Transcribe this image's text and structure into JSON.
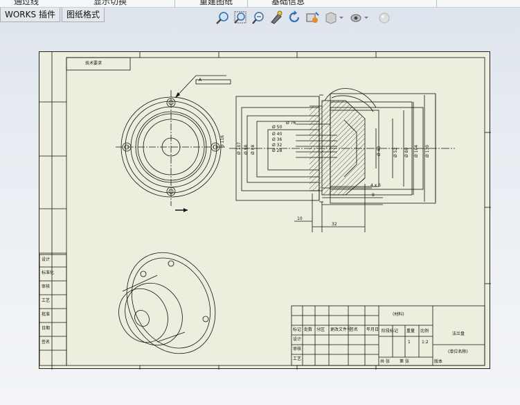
{
  "window": {
    "top_items": [
      "通过线",
      "显示切换",
      "重建图纸",
      "基础信息"
    ]
  },
  "tabs": [
    {
      "label": "WORKS 插件"
    },
    {
      "label": "图纸格式"
    }
  ],
  "toolbar": {
    "icons": [
      "zoom-fit-icon",
      "zoom-area-icon",
      "zoom-in-out-icon",
      "pan-icon",
      "rotate-icon",
      "view-orientation-icon",
      "display-style-icon",
      "hide-show-icon",
      "appearance-icon"
    ]
  },
  "drawing": {
    "note_label": "技术要求",
    "section_label": "A",
    "left_block": [
      "设计",
      "标准化",
      "审核",
      "工艺",
      "批准",
      "日期",
      "签名"
    ],
    "dims_left": [
      "Ø 116",
      "Ø 107",
      "Ø 98",
      "Ø 88",
      "Ø 76",
      "Ø 50",
      "Ø 40",
      "Ø 36",
      "Ø 32",
      "Ø 28"
    ],
    "dims_right": [
      "Ø 40",
      "Ø 52",
      "Ø 80",
      "Ø 104",
      "Ø 130"
    ],
    "dims_bottom": [
      "10",
      "32",
      "4 x 6",
      "8"
    ],
    "title_block": {
      "title": "法兰盘",
      "drawing_no": "1",
      "scale": "1:2",
      "material": "(材料)",
      "company": "(单位名称)",
      "rows": [
        "标记",
        "处数",
        "分区",
        "更改文件号",
        "签名",
        "年月日"
      ],
      "sign_rows": [
        "设计",
        "审核",
        "工艺"
      ],
      "right_labels": [
        "阶段标记",
        "重量",
        "比例"
      ],
      "sheet_text": [
        "共 张",
        "第 张"
      ],
      "version": "版本"
    }
  },
  "colors": {
    "sheet_background": "#eeeede",
    "workspace_top": "#dde3ec",
    "line": "#111111"
  }
}
